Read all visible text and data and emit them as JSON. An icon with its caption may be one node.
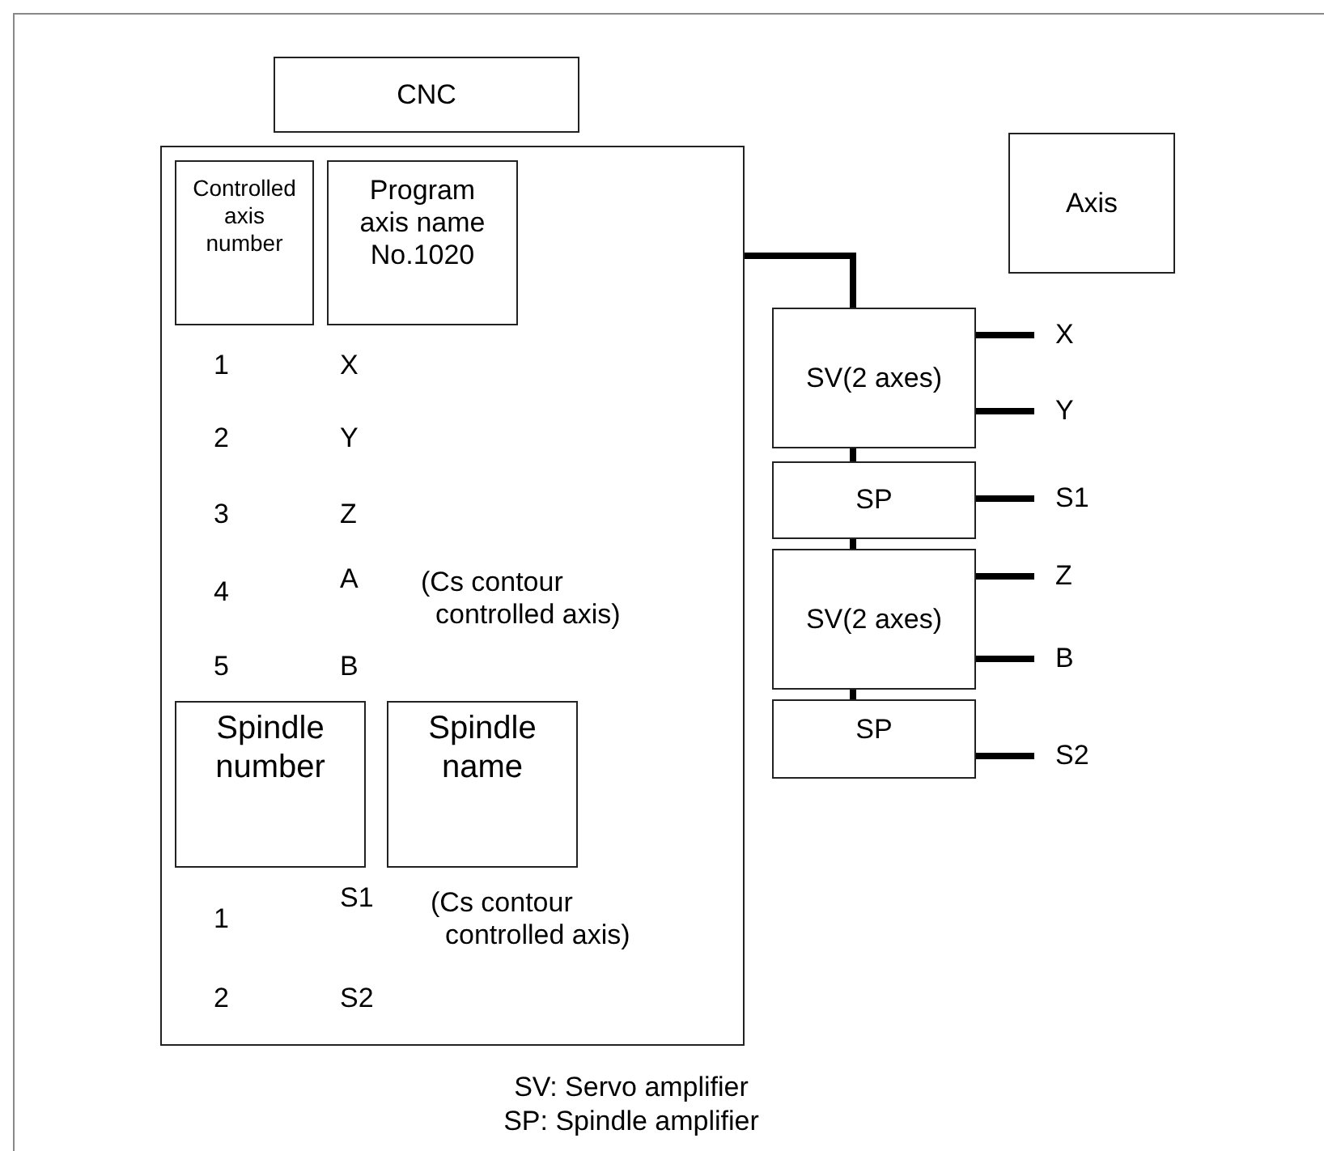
{
  "diagram": {
    "nodes": [
      {
        "text": [
          "CNC"
        ]
      },
      {
        "text": [],
        "shape": "box"
      },
      {
        "text": [
          "Controlled axis number"
        ],
        "in": 1
      },
      {
        "text": [
          "Program axis name No.1020"
        ],
        "in": 1
      },
      {
        "text": [
          "Spindle number"
        ],
        "in": 1
      },
      {
        "text": [
          "Spindle name"
        ],
        "in": 1
      },
      {
        "text": [
          "Axis"
        ]
      },
      {
        "text": [
          "SV(2 axes)"
        ]
      },
      {
        "text": [
          "SP"
        ]
      },
      {
        "text": [
          "SV(2 axes)"
        ]
      },
      {
        "text": [
          "SP"
        ]
      },
      {
        "text": [
          "X"
        ]
      },
      {
        "text": [
          "Y"
        ]
      },
      {
        "text": [
          "S1"
        ]
      },
      {
        "text": [
          "Z"
        ]
      },
      {
        "text": [
          "B"
        ]
      },
      {
        "text": [
          "S2"
        ]
      }
    ],
    "edges": [
      {
        "from": 1,
        "to": 7,
        "arrow": "none"
      },
      {
        "from": 7,
        "to": 8,
        "arrow": "none"
      },
      {
        "from": 8,
        "to": 9,
        "arrow": "none"
      },
      {
        "from": 9,
        "to": 10,
        "arrow": "none"
      },
      {
        "from": 7,
        "to": 11,
        "arrow": "none"
      },
      {
        "from": 7,
        "to": 12,
        "arrow": "none"
      },
      {
        "from": 8,
        "to": 13,
        "arrow": "none"
      },
      {
        "from": 9,
        "to": 14,
        "arrow": "none"
      },
      {
        "from": 9,
        "to": 15,
        "arrow": "none"
      },
      {
        "from": 10,
        "to": 16,
        "arrow": "none"
      }
    ],
    "labels": [
      "1",
      "X",
      "2",
      "Y",
      "3",
      "Z",
      "4",
      "A",
      "(Cs contour controlled axis)",
      "5",
      "B",
      "1",
      "S1",
      "(Cs contour controlled axis)",
      "2",
      "S2",
      "SV: Servo amplifier",
      "SP: Spindle amplifier"
    ]
  }
}
